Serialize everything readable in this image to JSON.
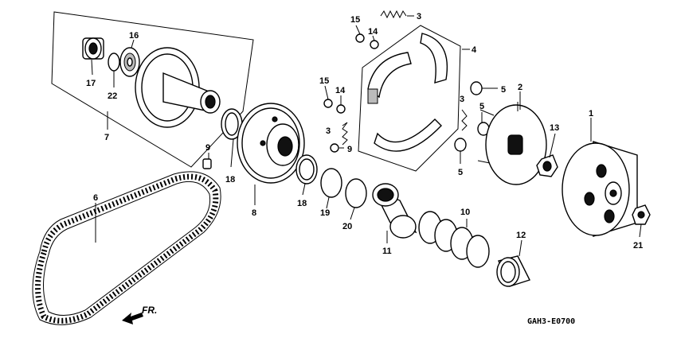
{
  "callouts": {
    "p1": "1",
    "p2": "2",
    "p3a": "3",
    "p3b": "3",
    "p3c": "3",
    "p4": "4",
    "p5a": "5",
    "p5b": "5",
    "p5c": "5",
    "p6": "6",
    "p7": "7",
    "p8": "8",
    "p9a": "9",
    "p9b": "9",
    "p10": "10",
    "p11": "11",
    "p12": "12",
    "p13": "13",
    "p14a": "14",
    "p14b": "14",
    "p15a": "15",
    "p15b": "15",
    "p16": "16",
    "p17": "17",
    "p18a": "18",
    "p18b": "18",
    "p19": "19",
    "p20": "20",
    "p21": "21",
    "p22": "22"
  },
  "direction_label": "FR.",
  "diagram_code": "GAH3-E0700"
}
